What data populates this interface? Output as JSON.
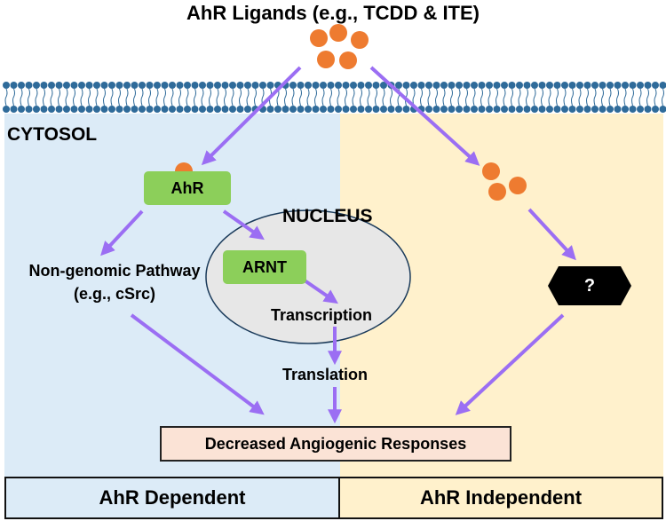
{
  "title": "AhR Ligands (e.g., TCDD & ITE)",
  "compartments": {
    "cytosol": "CYTOSOL",
    "nucleus": "NUCLEUS"
  },
  "nodes": {
    "ahr": "AhR",
    "arnt": "ARNT",
    "unknown": "?",
    "non_genomic": "Non-genomic Pathway (e.g., cSrc)",
    "transcription": "Transcription",
    "translation": "Translation",
    "outcome": "Decreased Angiogenic Responses"
  },
  "footer": {
    "left": "AhR Dependent",
    "right": "AhR Independent"
  },
  "colors": {
    "left_panel": "#dcebf7",
    "right_panel": "#fff1cc",
    "ligand": "#ee7b30",
    "arrow": "#9b6ef3",
    "green_box": "#8ccf5a",
    "membrane": "#2f6b9a",
    "nucleus": "#e7e7e7",
    "outcome_box": "#fbe3d6"
  }
}
